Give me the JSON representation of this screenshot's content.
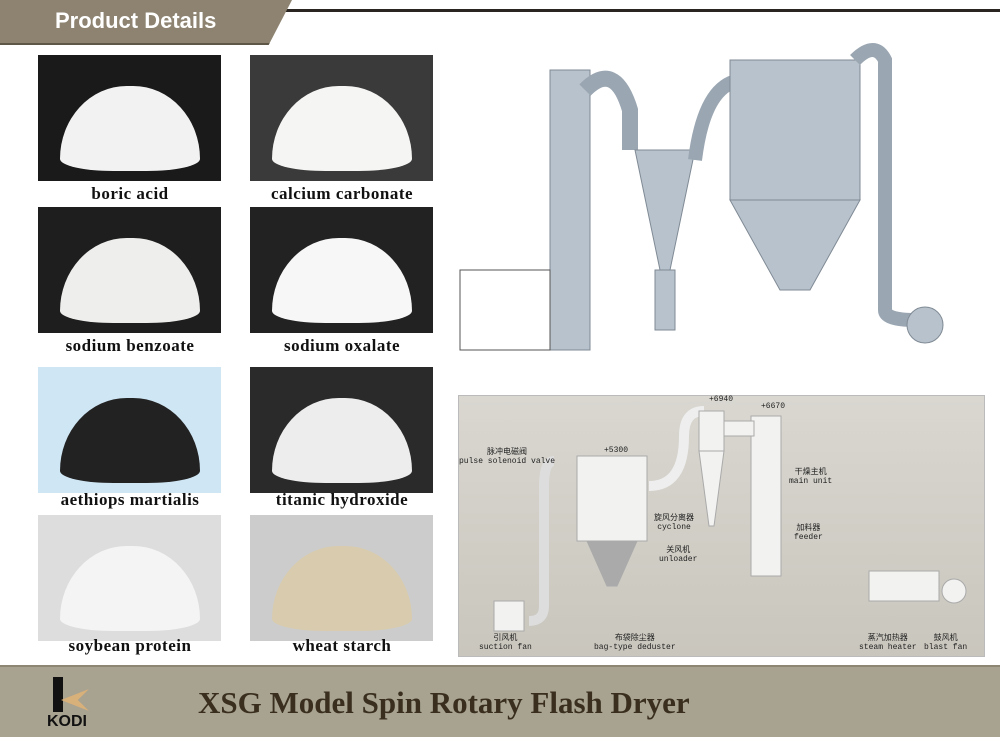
{
  "header": {
    "title": "Product Details"
  },
  "products": [
    {
      "name": "boric acid",
      "bg": "#1a1a1a",
      "pile": "#f2f2f2"
    },
    {
      "name": "calcium carbonate",
      "bg": "#3a3a3a",
      "pile": "#f5f5f3"
    },
    {
      "name": "sodium benzoate",
      "bg": "#1e1e1e",
      "pile": "#eeeeec"
    },
    {
      "name": "sodium oxalate",
      "bg": "#222",
      "pile": "#f7f7f7"
    },
    {
      "name": "aethiops martialis",
      "bg": "#cfe6f4",
      "pile": "#222"
    },
    {
      "name": "titanic hydroxide",
      "bg": "#2a2a2a",
      "pile": "#ededed"
    },
    {
      "name": "soybean protein",
      "bg": "#ddd",
      "pile": "#f4f4f4"
    },
    {
      "name": "wheat starch",
      "bg": "#ccc",
      "pile": "#d9ccae"
    }
  ],
  "diagram": {
    "heights": [
      "+6940",
      "+6670",
      "+5300"
    ],
    "labels": [
      {
        "cn": "脉冲电磁阀",
        "en": "pulse solenoid valve"
      },
      {
        "cn": "干燥主机",
        "en": "main unit"
      },
      {
        "cn": "旋风分离器",
        "en": "cyclone"
      },
      {
        "cn": "加料器",
        "en": "feeder"
      },
      {
        "cn": "关风机",
        "en": "unloader"
      },
      {
        "cn": "引风机",
        "en": "suction fan"
      },
      {
        "cn": "布袋除尘器",
        "en": "bag-type deduster"
      },
      {
        "cn": "蒸汽加热器",
        "en": "steam heater"
      },
      {
        "cn": "鼓风机",
        "en": "blast fan"
      }
    ]
  },
  "footer": {
    "logo_text": "KODI",
    "title": "XSG Model Spin Rotary Flash Dryer"
  }
}
